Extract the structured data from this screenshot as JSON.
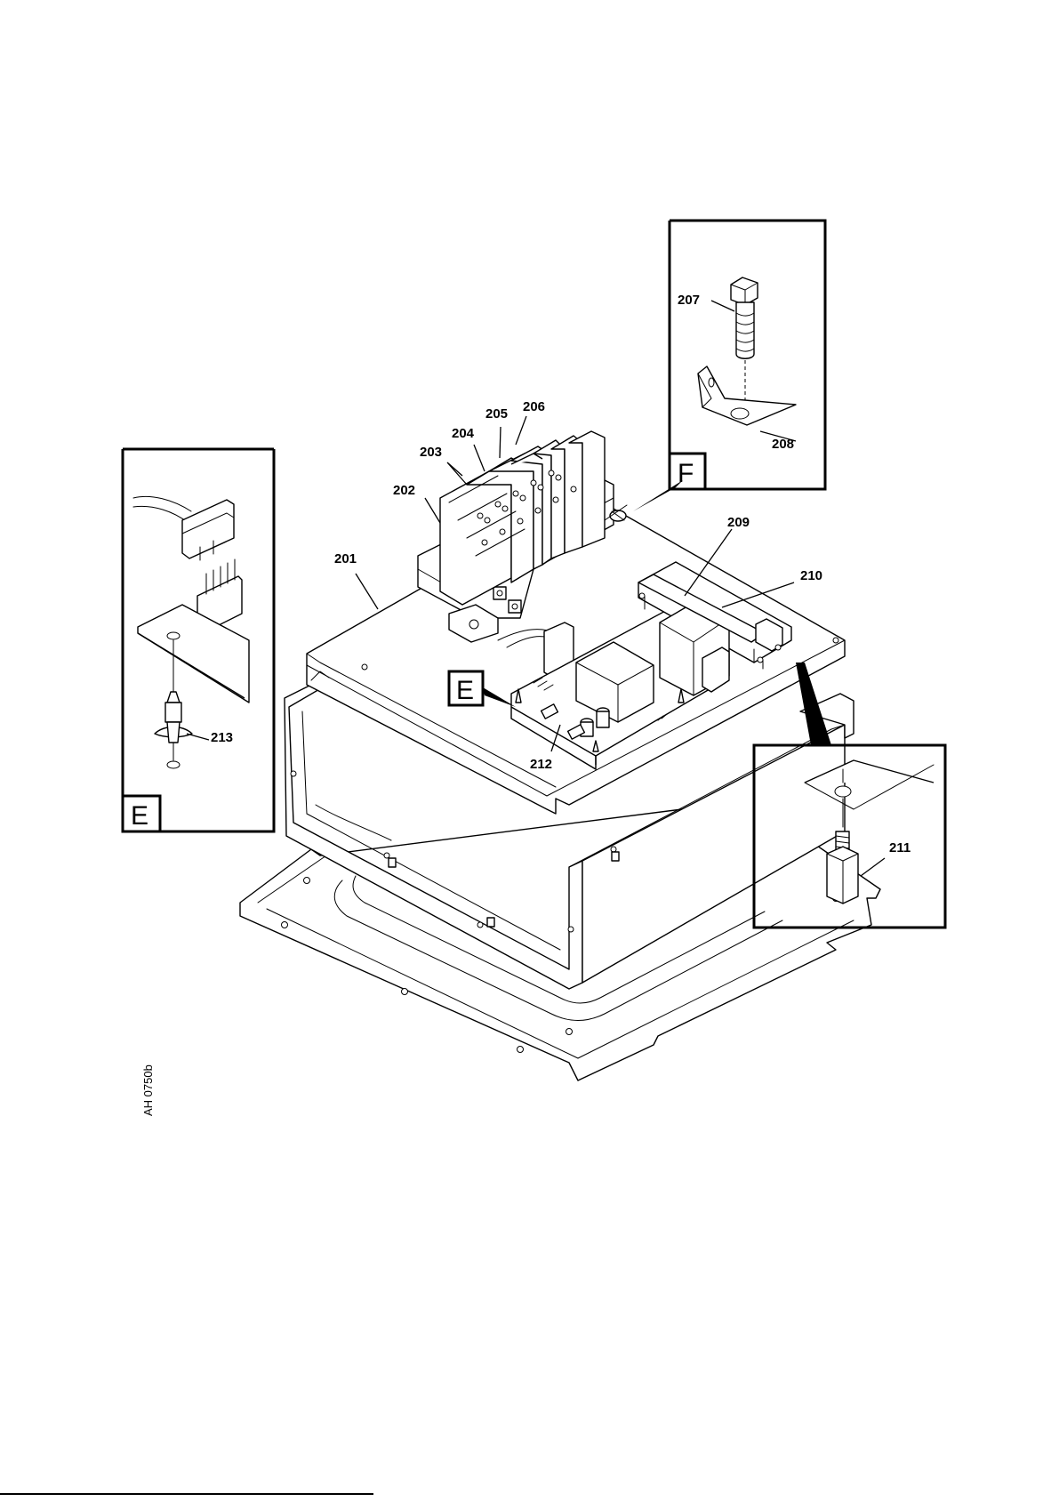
{
  "drawing": {
    "reference_code": "AH 0750b",
    "callouts": [
      {
        "id": "c201",
        "text": "201"
      },
      {
        "id": "c202",
        "text": "202"
      },
      {
        "id": "c203",
        "text": "203"
      },
      {
        "id": "c204",
        "text": "204"
      },
      {
        "id": "c205",
        "text": "205"
      },
      {
        "id": "c206",
        "text": "206"
      },
      {
        "id": "c207",
        "text": "207"
      },
      {
        "id": "c208",
        "text": "208"
      },
      {
        "id": "c209",
        "text": "209"
      },
      {
        "id": "c210",
        "text": "210"
      },
      {
        "id": "c211",
        "text": "211"
      },
      {
        "id": "c212",
        "text": "212"
      },
      {
        "id": "c213",
        "text": "213"
      }
    ],
    "detail_views": {
      "E": {
        "letter": "E",
        "pointer_letter": "E"
      },
      "F": {
        "letter": "F"
      }
    }
  }
}
